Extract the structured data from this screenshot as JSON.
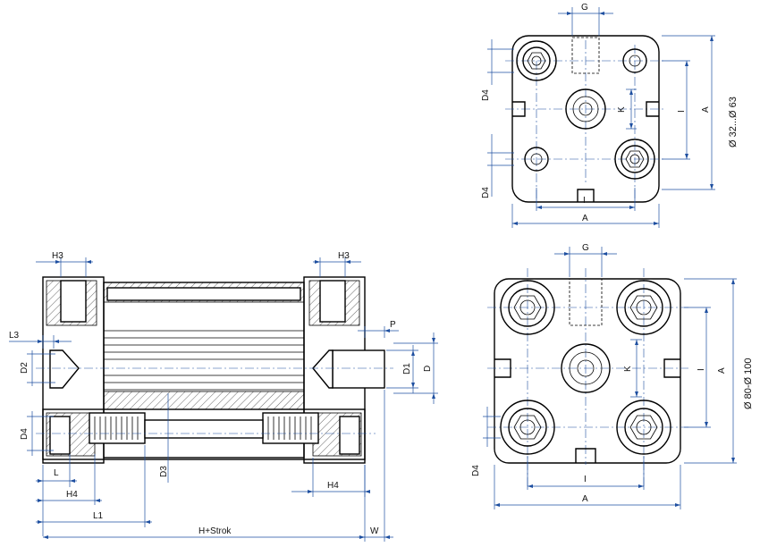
{
  "labels": {
    "g": "G",
    "d4": "D4",
    "k": "K",
    "i": "I",
    "a": "A",
    "range_small": "Ø 32...Ø 63",
    "range_large": "Ø 80-Ø 100",
    "h3": "H3",
    "l3": "L3",
    "d2": "D2",
    "d1": "D1",
    "d": "D",
    "p": "P",
    "d3": "D3",
    "l": "L",
    "h4": "H4",
    "l1": "L1",
    "h_stroke": "H+Strok",
    "w": "W"
  }
}
